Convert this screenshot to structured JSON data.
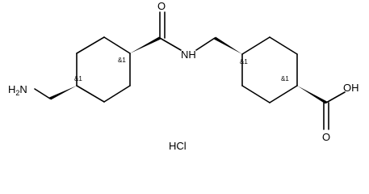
{
  "molecule": {
    "atoms": {
      "amine_n": "H2N",
      "amide_o": "O",
      "amide_nh": "NH",
      "acid_oh": "OH",
      "acid_o": "O"
    },
    "stereo": {
      "ring_a_c1": "&1",
      "ring_a_c4": "&1",
      "ring_b_c1": "&1",
      "ring_b_c4": "&1"
    },
    "salt": "HCl"
  }
}
